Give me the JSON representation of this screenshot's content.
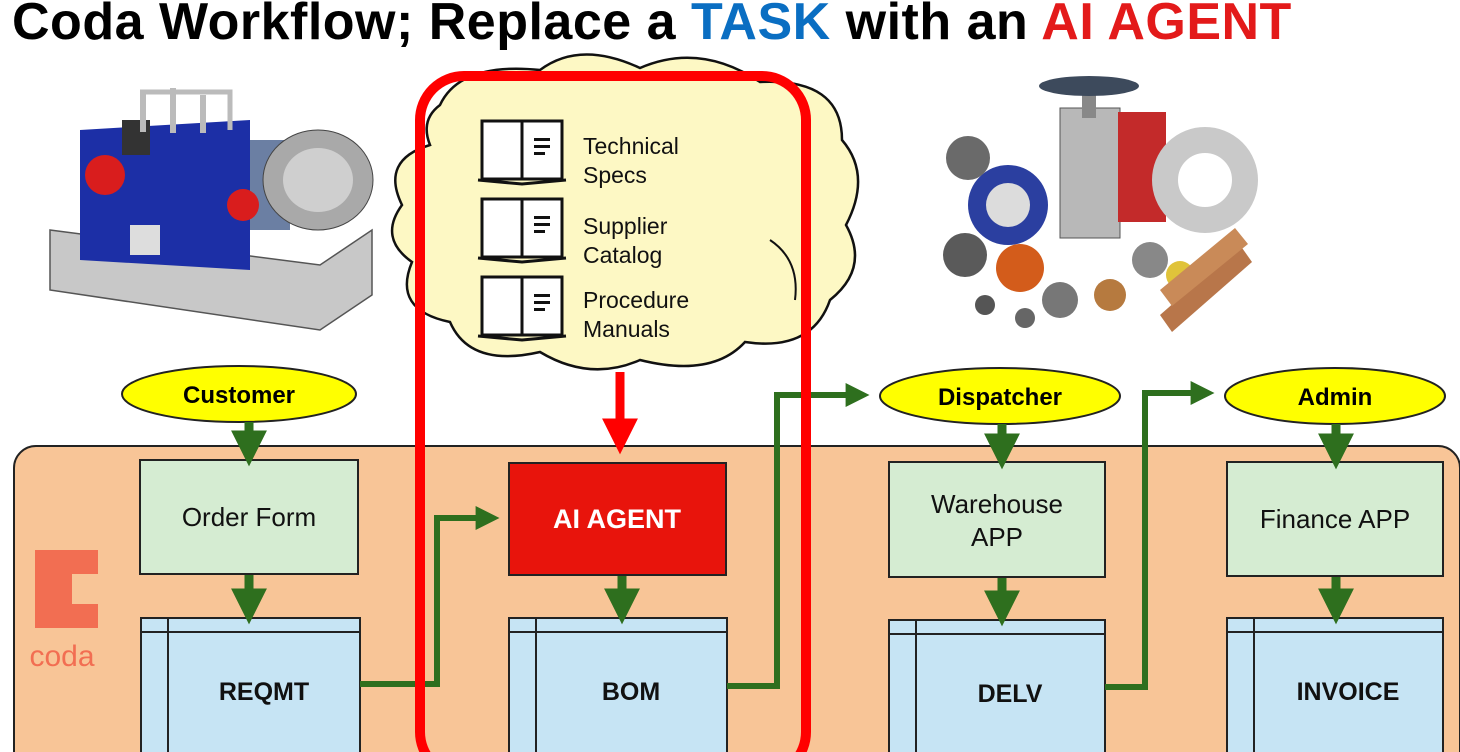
{
  "title": {
    "prefix": "Coda Workflow; Replace a ",
    "task_word": "TASK",
    "middle": " with an ",
    "agent_word": "AI AGENT",
    "colors": {
      "task": "#0a6ec2",
      "agent": "#e31a1a",
      "text": "#000000"
    }
  },
  "cloud": {
    "docs": [
      {
        "line1": "Technical",
        "line2": "Specs",
        "icon": "book-icon"
      },
      {
        "line1": "Supplier",
        "line2": "Catalog",
        "icon": "book-icon"
      },
      {
        "line1": "Procedure",
        "line2": "Manuals",
        "icon": "book-icon"
      }
    ],
    "fill": "#fdf8c4"
  },
  "roles": {
    "customer": "Customer",
    "dispatcher": "Dispatcher",
    "admin": "Admin",
    "fill": "#ffff00"
  },
  "apps": {
    "order_form": "Order Form",
    "ai_agent": "AI AGENT",
    "warehouse": "Warehouse APP",
    "finance": "Finance APP",
    "fill": "#d5ecd2"
  },
  "tables": {
    "reqmt": "REQMT",
    "bom": "BOM",
    "delv": "DELV",
    "invoice": "INVOICE",
    "fill": "#c6e4f4"
  },
  "logo": {
    "text": "coda",
    "color": "#f26e52"
  },
  "images": {
    "left": "pump-machine-image",
    "right": "pipe-fittings-image"
  },
  "colors": {
    "panel": "#f8c597",
    "arrow": "#2e6f1e",
    "highlight": "#ff0000",
    "agent_box": "#e8140c"
  }
}
